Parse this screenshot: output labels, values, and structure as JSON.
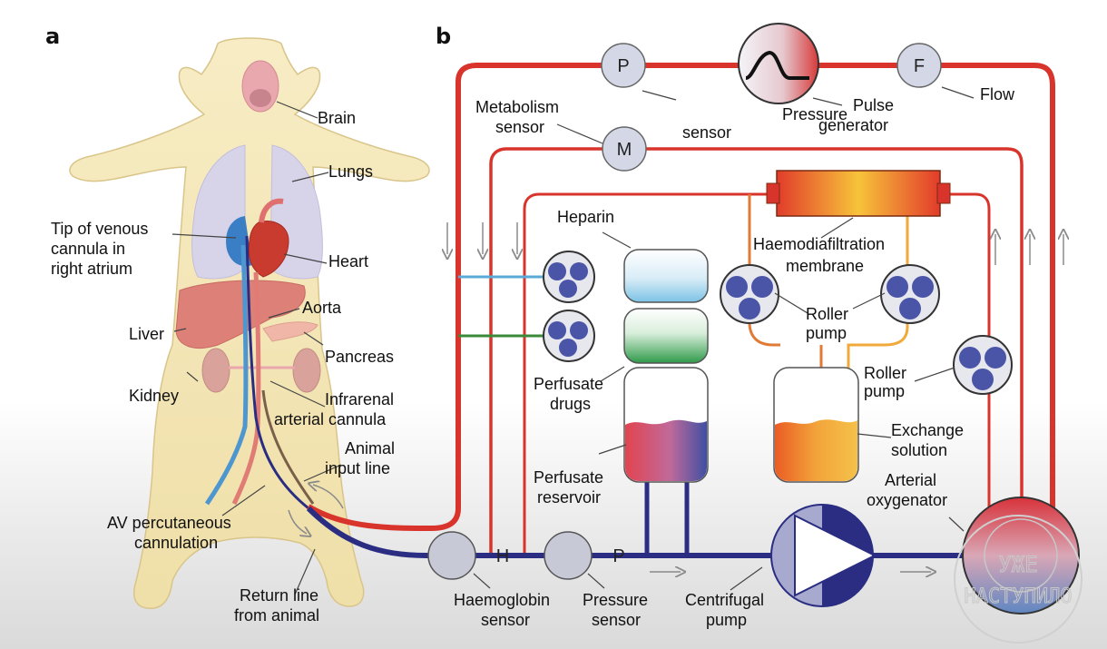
{
  "panels": {
    "a": "a",
    "b": "b"
  },
  "anatomy": {
    "brain": "Brain",
    "lungs": "Lungs",
    "tip_line1": "Tip of venous",
    "tip_line2": "cannula in",
    "tip_line3": "right atrium",
    "heart": "Heart",
    "aorta": "Aorta",
    "liver": "Liver",
    "pancreas": "Pancreas",
    "kidney": "Kidney",
    "infrarenal_line1": "Infrarenal",
    "infrarenal_line2": "arterial cannula",
    "animal_input_line1": "Animal",
    "animal_input_line2": "input line",
    "av_line1": "AV percutaneous",
    "av_line2": "cannulation",
    "return_line1": "Return line",
    "return_line2": "from animal"
  },
  "circuit": {
    "p_symbol": "P",
    "f_symbol": "F",
    "m_symbol": "M",
    "h_symbol": "H",
    "p2_symbol": "P",
    "metabolism_line1": "Metabolism",
    "metabolism_line2": "sensor",
    "sensor": "sensor",
    "pressure": "Pressure",
    "pulse": "Pulse",
    "generator": "generator",
    "flow": "Flow",
    "heparin": "Heparin",
    "hdf_line1": "Haemodiafiltration",
    "hdf_line2": "membrane",
    "roller_line1": "Roller",
    "roller_line2": "pump",
    "roller2_line1": "Roller",
    "roller2_line2": "pump",
    "perfusate_drugs_line1": "Perfusate",
    "perfusate_drugs_line2": "drugs",
    "perfusate_reservoir_line1": "Perfusate",
    "perfusate_reservoir_line2": "reservoir",
    "exchange_line1": "Exchange",
    "exchange_line2": "solution",
    "oxygenator_line1": "Arterial",
    "oxygenator_line2": "oxygenator",
    "haemoglobin_line1": "Haemoglobin",
    "haemoglobin_line2": "sensor",
    "pressure_sensor_line1": "Pressure",
    "pressure_sensor_line2": "sensor",
    "centrifugal_line1": "Centrifugal",
    "centrifugal_line2": "pump"
  },
  "watermark": {
    "line1": "УЖЕ",
    "line2": "НАСТУПИЛО"
  },
  "colors": {
    "arterial": "#d9342b",
    "venous": "#2a2d82",
    "heparin_line": "#5aa9d6",
    "drug_line": "#3a8a3a",
    "filtrate_line": "#f0a93a",
    "sensor_fill": "#d4d7e6",
    "pump_roller": "#4a55a8"
  }
}
